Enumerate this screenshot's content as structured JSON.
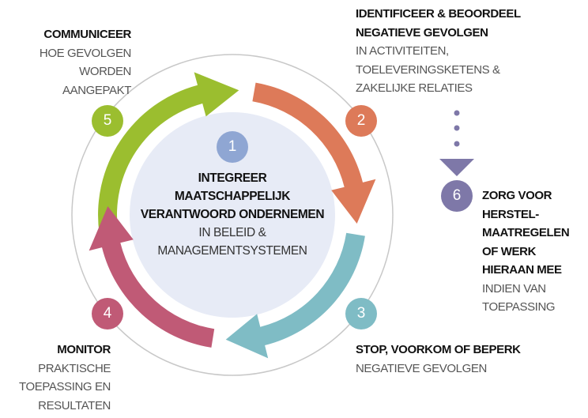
{
  "center": {
    "number": "1",
    "title_lines": [
      "INTEGREER",
      "MAATSCHAPPELIJK",
      "VERANTWOORD ONDERNEMEN"
    ],
    "sub_lines": [
      "IN BELEID &",
      "MANAGEMENTSYSTEMEN"
    ]
  },
  "steps": [
    {
      "number": "2",
      "title_lines": [
        "IDENTIFICEER & BEOORDEEL",
        "NEGATIEVE GEVOLGEN"
      ],
      "sub_lines": [
        "IN ACTIVITEITEN,",
        "TOELEVERINGSKETENS &",
        "ZAKELIJKE RELATIES"
      ]
    },
    {
      "number": "3",
      "title_lines": [
        "STOP, VOORKOM OF BEPERK"
      ],
      "sub_lines": [
        "NEGATIEVE GEVOLGEN"
      ]
    },
    {
      "number": "4",
      "title_lines": [
        "MONITOR"
      ],
      "sub_lines": [
        "PRAKTISCHE",
        "TOEPASSING EN",
        "RESULTATEN"
      ]
    },
    {
      "number": "5",
      "title_lines": [
        "COMMUNICEER"
      ],
      "sub_lines": [
        "HOE GEVOLGEN",
        "WORDEN",
        "AANGEPAKT"
      ]
    },
    {
      "number": "6",
      "title_lines": [
        "ZORG VOOR",
        "HERSTEL-",
        "MAATREGELEN",
        "OF WERK",
        "HIERAAN MEE"
      ],
      "sub_lines": [
        "INDIEN VAN",
        "TOEPASSING"
      ]
    }
  ],
  "colors": {
    "step1": "#8fa6d3",
    "step2": "#dd7a59",
    "step3": "#7fbcc5",
    "step4": "#c05a76",
    "step5": "#9bbe2f",
    "step6": "#7e78a8",
    "inner_circle": "#e7ebf6",
    "ring": "#c8c8c8"
  }
}
